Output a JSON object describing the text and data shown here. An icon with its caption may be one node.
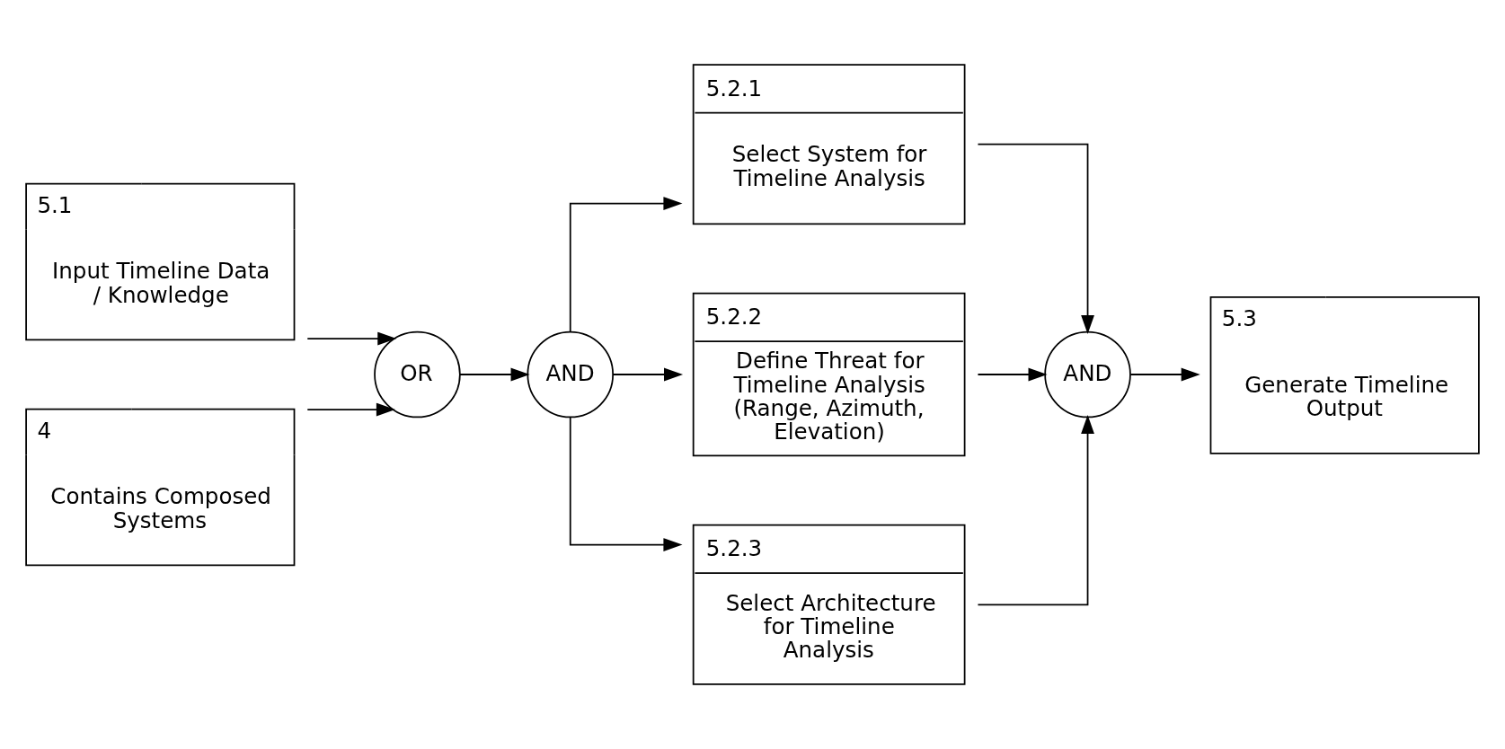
{
  "diagram": {
    "nodes": [
      {
        "text": [
          "5.1",
          "Input Timeline Data / Knowledge"
        ]
      },
      {
        "text": [
          "4",
          "Contains Composed Systems"
        ]
      },
      {
        "text": [
          "OR"
        ]
      },
      {
        "text": [
          "AND"
        ]
      },
      {
        "text": [
          "5.2.1",
          "Select System for Timeline Analysis"
        ]
      },
      {
        "text": [
          "5.2.2",
          "Define Threat for Timeline Analysis (Range, Azimuth, Elevation)"
        ]
      },
      {
        "text": [
          "5.2.3",
          "Select Architecture for Timeline Analysis"
        ]
      },
      {
        "text": [
          "AND"
        ]
      },
      {
        "text": [
          "5.3",
          "Generate Timeline Output"
        ]
      }
    ],
    "edges": [
      {
        "from": 0,
        "to": 2,
        "arrow": "to"
      },
      {
        "from": 1,
        "to": 2,
        "arrow": "to"
      },
      {
        "from": 2,
        "to": 3,
        "arrow": "to"
      },
      {
        "from": 3,
        "to": 4,
        "arrow": "to"
      },
      {
        "from": 3,
        "to": 5,
        "arrow": "to"
      },
      {
        "from": 3,
        "to": 6,
        "arrow": "to"
      },
      {
        "from": 4,
        "to": 7,
        "arrow": "to"
      },
      {
        "from": 5,
        "to": 7,
        "arrow": "to"
      },
      {
        "from": 6,
        "to": 7,
        "arrow": "to"
      },
      {
        "from": 7,
        "to": 8,
        "arrow": "to"
      }
    ]
  }
}
